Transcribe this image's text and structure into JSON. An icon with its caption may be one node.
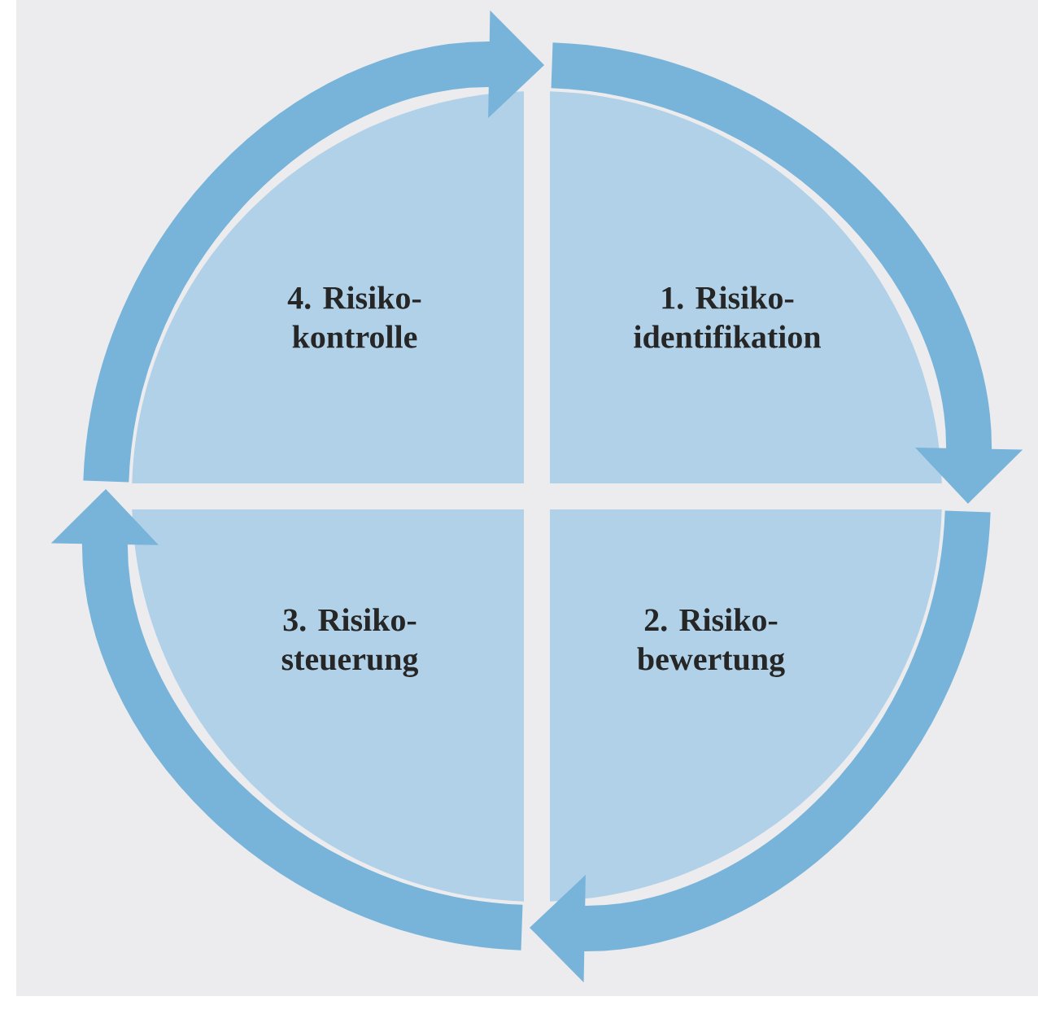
{
  "diagram": {
    "nodes": [
      {
        "text": [
          "4. Risiko- kontrolle"
        ]
      },
      {
        "text": [
          "1. Risiko- identifikation"
        ]
      },
      {
        "text": [
          "3. Risiko- steuerung"
        ]
      },
      {
        "text": [
          "2. Risiko- bewertung"
        ]
      }
    ],
    "edges": [
      {
        "from": 0,
        "to": 1,
        "arrow": "to"
      },
      {
        "from": 1,
        "to": 3,
        "arrow": "to"
      },
      {
        "from": 3,
        "to": 2,
        "arrow": "to"
      },
      {
        "from": 2,
        "to": 0,
        "arrow": "to"
      }
    ]
  }
}
